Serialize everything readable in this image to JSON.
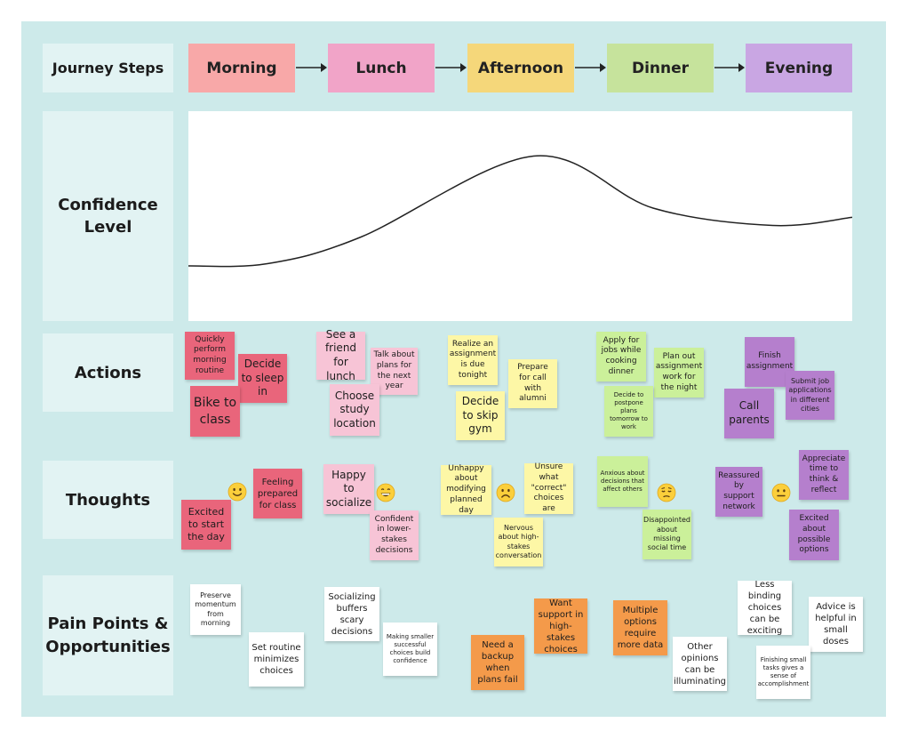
{
  "rows": {
    "journey_steps": "Journey Steps",
    "confidence": "Confidence Level",
    "actions": "Actions",
    "thoughts": "Thoughts",
    "pain_points": "Pain Points & Opportunities"
  },
  "steps": [
    "Morning",
    "Lunch",
    "Afternoon",
    "Dinner",
    "Evening"
  ],
  "colors": {
    "board": "#cdeaea",
    "morning": "#f8a8a8",
    "lunch": "#f1a4c8",
    "afternoon": "#f5d77a",
    "dinner": "#c6e39c",
    "evening": "#c9a6e3",
    "red_note": "#e9657b",
    "pink_note": "#f7c4d6",
    "yellow_note": "#fdf7a6",
    "green_note": "#cbf09a",
    "purple_note": "#b57fcd",
    "orange_note": "#f49a4a",
    "white_note": "#ffffff"
  },
  "actions": [
    "Quickly perform morning routine",
    "Decide to sleep in",
    "Bike to class",
    "See a friend for lunch",
    "Talk about plans for the next year",
    "Choose study location",
    "Realize an assignment is due tonight",
    "Prepare for call with alumni",
    "Decide to skip gym",
    "Apply for jobs while cooking dinner",
    "Plan out assignment work for the night",
    "Decide to postpone plans tomorrow to work",
    "Finish assignment",
    "Submit job applications in different cities",
    "Call parents"
  ],
  "thoughts": [
    "Feeling prepared for class",
    "Excited to start the day",
    "Happy to socialize",
    "Confident in lower-stakes decisions",
    "Unhappy about modifying planned day",
    "Unsure what \"correct\" choices are",
    "Nervous about high-stakes conversation",
    "Anxious about decisions that affect others",
    "Disappointed about missing social time",
    "Reassured by support network",
    "Appreciate time to think & reflect",
    "Excited about possible options"
  ],
  "emojis": [
    "slightly-smiling-face-icon",
    "grinning-face-icon",
    "frowning-face-icon",
    "pensive-face-icon",
    "neutral-face-icon"
  ],
  "pain_points": [
    "Preserve momentum from morning",
    "Set routine minimizes choices",
    "Socializing buffers scary decisions",
    "Making smaller successful choices build confidence",
    "Need a backup when plans fail",
    "Want support in high-stakes choices",
    "Multiple options require more data",
    "Other opinions can be illuminating",
    "Less binding choices can be exciting",
    "Advice is helpful in small doses",
    "Finishing small tasks gives a sense of accomplishment"
  ],
  "chart_data": {
    "type": "line",
    "x": [
      "Morning",
      "Lunch",
      "Afternoon",
      "Dinner",
      "Evening"
    ],
    "values": [
      0.0,
      0.25,
      0.95,
      0.35,
      0.42
    ],
    "ylim": [
      0,
      1
    ],
    "grid": false
  }
}
